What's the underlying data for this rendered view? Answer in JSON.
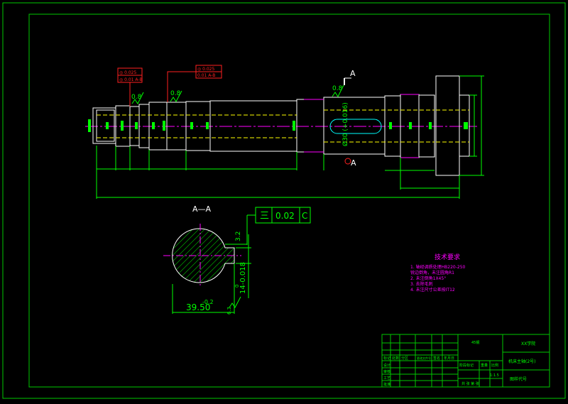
{
  "colors": {
    "background": "#000000",
    "frame": "#00c800",
    "outline": "#ffffff",
    "dimension": "#00ff00",
    "centerline": "#ff00ff",
    "hidden": "#ffff00",
    "tolerance": "#ff2020",
    "notes": "#ff00ff",
    "keyway": "#00ffff"
  },
  "drawing": {
    "section_marker_top": "A",
    "section_marker_bottom": "A",
    "section_label": "A—A",
    "roughness_1": "0.8",
    "roughness_2": "0.8",
    "roughness_3": "0.8",
    "tolerance_1_line1": "◎ 0.025",
    "tolerance_1_line2": "◎ 0.01 A-B",
    "tolerance_2_line1": "◎ 0.025",
    "tolerance_2_line2": "0.01 A-B",
    "key_note": "Ø30 (+0.016)",
    "section": {
      "form_symbol": "三",
      "form_value": "0.02",
      "form_datum": "C",
      "dim_width": "39.50",
      "dim_width_tol": "-0.2",
      "dim_key": "14-0.018",
      "dim_key_top": "0",
      "dim_depth": "3.2",
      "roughness": "6.3"
    }
  },
  "notes": {
    "title": "技术要求",
    "items": [
      "1. 轴经调质处理HB220-250",
      "   锐边倒角，未注圆角R1",
      "2. 未注倒角1X45°",
      "3. 去除毛刺",
      "4. 未注尺寸公差按IT12"
    ]
  },
  "title_block": {
    "company": "XX学院",
    "part_name": "机床主轴(2号)",
    "drawing_no": "图样代号",
    "scale": "1:1.5",
    "material": "45钢",
    "designer": "设计",
    "checker": "审核",
    "process": "工艺",
    "approved": "批准",
    "mark": "标记",
    "count": "处数",
    "zone": "分区",
    "change_no": "更改文件号",
    "signature": "签名",
    "date": "年月日",
    "stage_mark": "阶段标记",
    "weight": "重量",
    "ratio": "比例",
    "sheet": "共 张 第 张"
  }
}
